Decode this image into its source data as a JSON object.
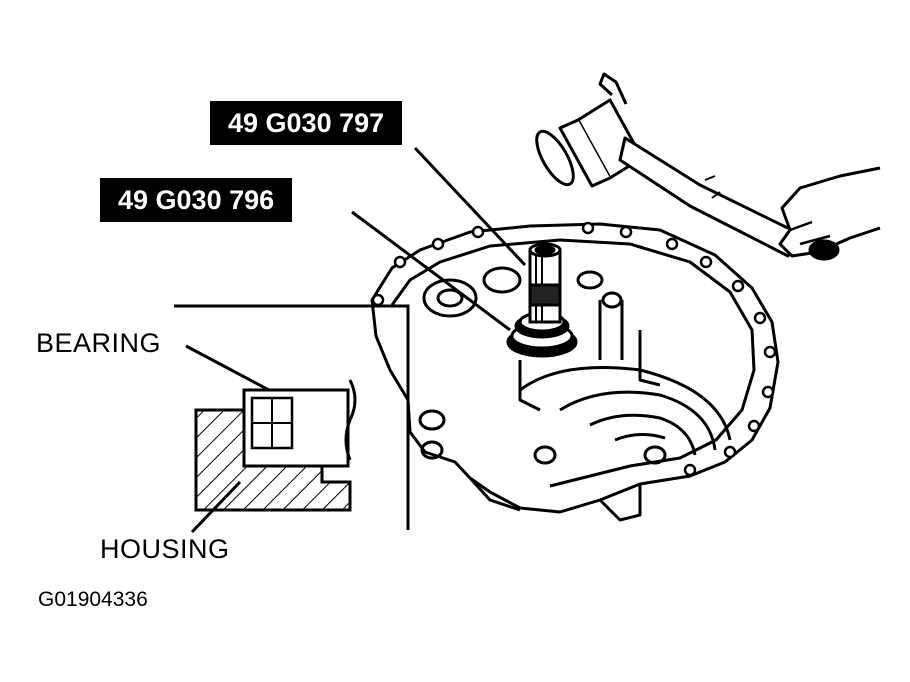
{
  "labels": {
    "tool_1": "49 G030 797",
    "tool_2": "49 G030 796",
    "bearing": "BEARING",
    "housing": "HOUSING",
    "figure_id": "G01904336"
  }
}
